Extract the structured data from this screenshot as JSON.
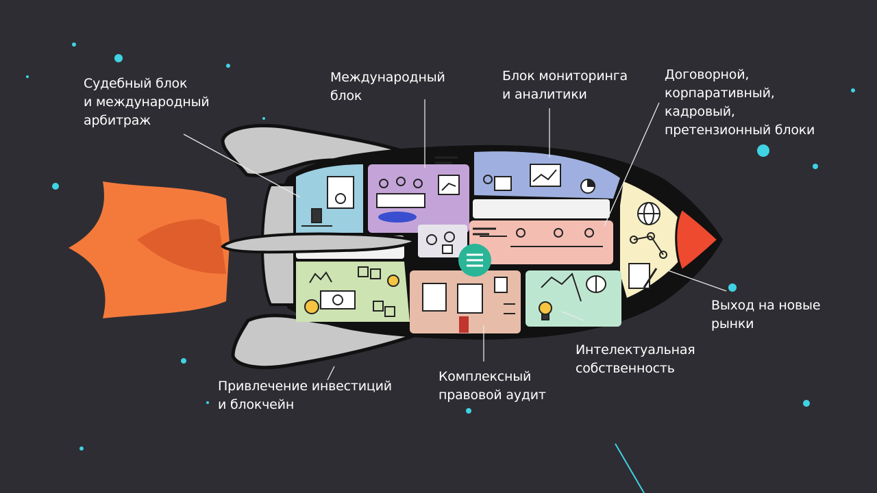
{
  "labels": {
    "judicial": "Судебный блок\nи международный\nарбитраж",
    "international": "Международный\nблок",
    "monitoring": "Блок мониторинга\nи аналитики",
    "contract": "Договорной,\nкорпаративный,\nкадровый,\nпретензионный блоки",
    "new_markets": "Выход на новые\nрынки",
    "ip": "Интелектуальная\nсобственность",
    "audit": "Комплексный\nправовой аудит",
    "investment": "Привлечение инвестиций\nи блокчейн"
  },
  "colors": {
    "background": "#2e2d33",
    "flame_outer": "#f47a3c",
    "flame_inner": "#e05e2c",
    "fin": "#c8c8c8",
    "nose_tip": "#ee4a30",
    "block_judicial": "#9ccfe0",
    "block_international": "#c4a4d8",
    "block_monitoring": "#9fb0e0",
    "block_contract": "#f4bdb2",
    "block_markets": "#f8efc4",
    "block_investment": "#cde3b2",
    "block_audit": "#e7bca8",
    "block_ip": "#bde6d0",
    "menu_button": "#2ab597",
    "star": "#3fd3e3"
  },
  "icons": [
    "scroll-icon",
    "gavel-icon",
    "meeting-icon",
    "presentation-icon",
    "dashboard-icon",
    "pie-chart-icon",
    "globe-icon",
    "network-icon",
    "contract-pen-icon",
    "money-icon",
    "coin-icon",
    "blockchain-cubes-icon",
    "checklist-icon",
    "calculator-icon",
    "lightbulb-icon",
    "brain-icon",
    "menu-icon",
    "workers-at-desks-icon",
    "translator-icon"
  ]
}
